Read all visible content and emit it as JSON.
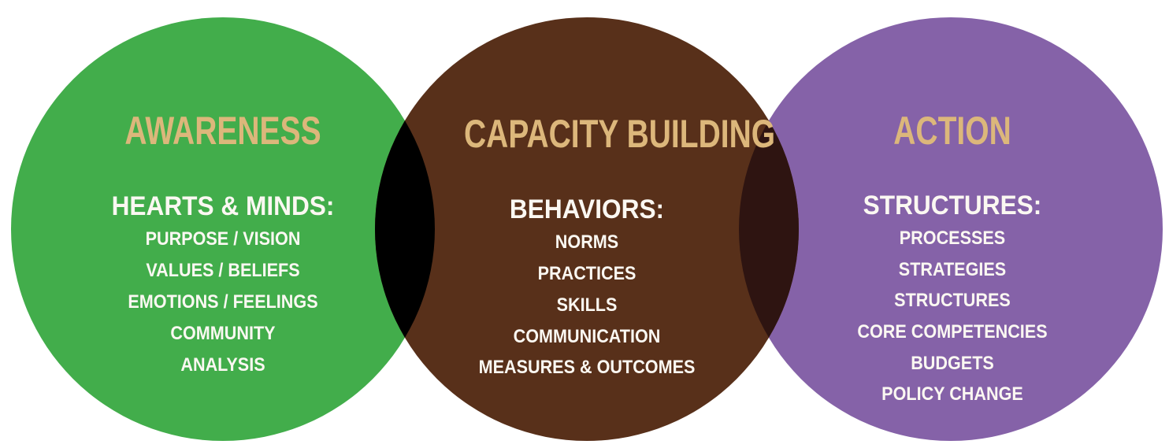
{
  "colors": {
    "background": "#ffffff",
    "green": "#42ad4b",
    "brown": "#58301a",
    "purple": "#8562a8",
    "overlap_green_brown": "#000000",
    "overlap_brown_purple": "#2e1411",
    "title_tan": "#dcb77b",
    "body_text": "#fbf8f2"
  },
  "circles": [
    {
      "id": "awareness",
      "title": "AWARENESS",
      "subheading": "HEARTS & MINDS:",
      "items": [
        "PURPOSE / VISION",
        "VALUES / BELIEFS",
        "EMOTIONS / FEELINGS",
        "COMMUNITY",
        "ANALYSIS"
      ]
    },
    {
      "id": "capacity-building",
      "title": "CAPACITY BUILDING",
      "subheading": "BEHAVIORS:",
      "items": [
        "NORMS",
        "PRACTICES",
        "SKILLS",
        "COMMUNICATION",
        "MEASURES & OUTCOMES"
      ]
    },
    {
      "id": "action",
      "title": "ACTION",
      "subheading": "STRUCTURES:",
      "items": [
        "PROCESSES",
        "STRATEGIES",
        "STRUCTURES",
        "CORE COMPETENCIES",
        "BUDGETS",
        "POLICY CHANGE"
      ]
    }
  ]
}
